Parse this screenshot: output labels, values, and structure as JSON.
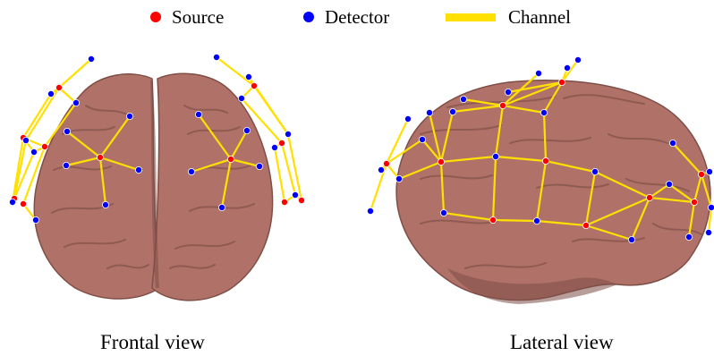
{
  "legend": {
    "source": {
      "label": "Source",
      "color": "#ff0000"
    },
    "detector": {
      "label": "Detector",
      "color": "#0000ff"
    },
    "channel": {
      "label": "Channel",
      "color": "#ffe000"
    }
  },
  "colors": {
    "brain": "#b07268",
    "brain_shadow": "#7e4e47",
    "sulcus": "#8f5a52"
  },
  "captions": {
    "frontal": "Frontal view",
    "lateral": "Lateral view"
  }
}
